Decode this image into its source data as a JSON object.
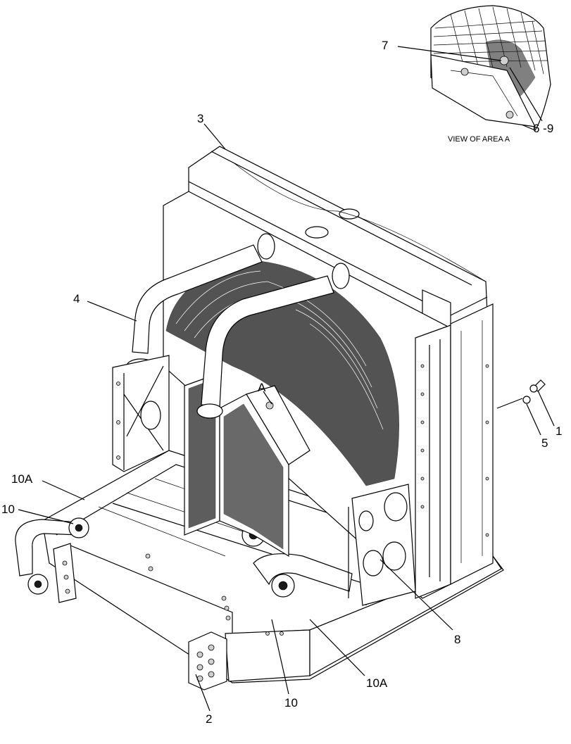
{
  "inset": {
    "title": "VIEW OF AREA A",
    "callouts": [
      "7",
      "6 -9"
    ]
  },
  "area_marker": "A",
  "callouts": {
    "c1": "1",
    "c2": "2",
    "c3": "3",
    "c4": "4",
    "c5": "5",
    "c8": "8",
    "c10_left": "10",
    "c10_bottom": "10",
    "c10a_left": "10A",
    "c10a_bottom": "10A"
  }
}
